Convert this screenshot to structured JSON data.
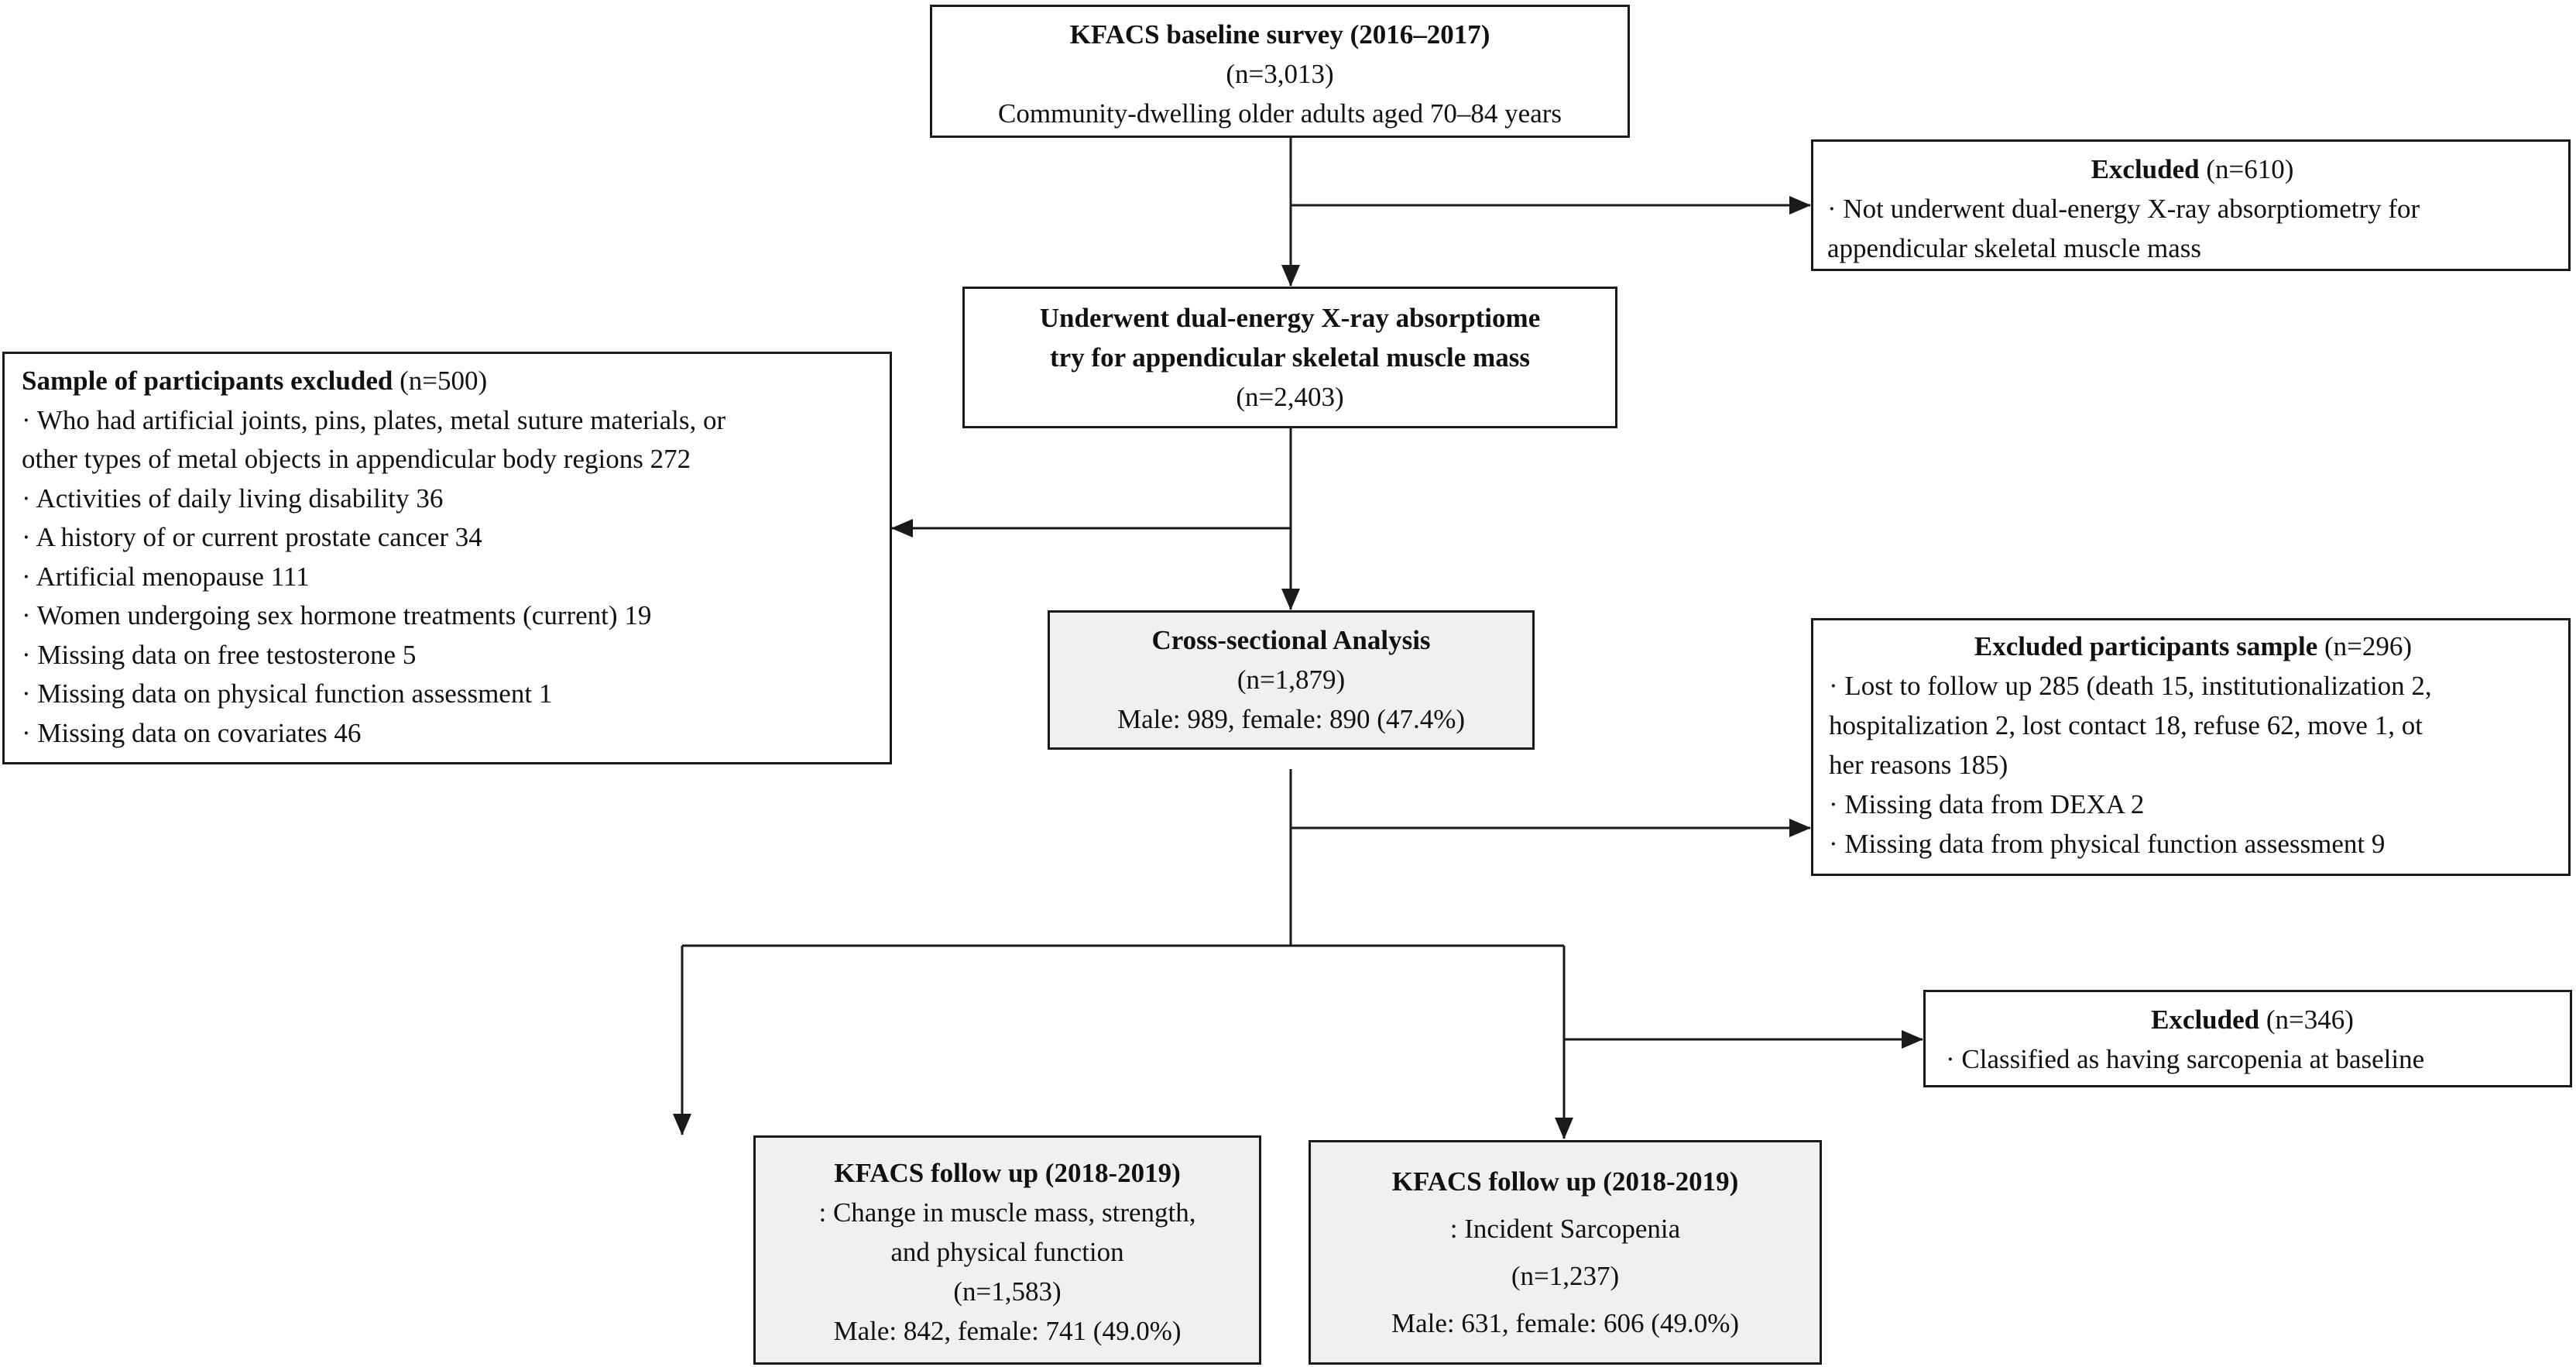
{
  "baseline": {
    "title": "KFACS baseline survey (2016–2017)",
    "n": "(n=3,013)",
    "desc": "Community-dwelling  older adults aged 70–84 years"
  },
  "excluded_dexa": {
    "title": "Excluded",
    "n": " (n=610)",
    "item_line1": "Not underwent dual-energy X-ray absorptiometry for",
    "item_line2": "appendicular  skeletal muscle mass"
  },
  "underwent_dexa": {
    "line1": "Underwent dual-energy X-ray absorptiome",
    "line2": "try for appendicular skeletal muscle mass",
    "n": "(n=2,403)"
  },
  "sample_excluded": {
    "title": "Sample of participants excluded",
    "n": "  (n=500)",
    "items": [
      "Who had artificial joints,  pins, plates, metal suture materials,  or",
      "other types of metal objects in appendicular body regions 272",
      "Activities of daily  living  disability  36",
      "A history  of or current prostate cancer 34",
      "Artificial  menopause 111",
      "Women undergoing  sex hormone treatments (current) 19",
      "Missing  data on free testosterone 5",
      "Missing data on physical  function  assessment 1",
      "Missing data on covariates 46"
    ]
  },
  "cross_sectional": {
    "title": "Cross-sectional Analysis",
    "n": "(n=1,879)",
    "sex": "Male: 989,  female: 890 (47.4%)"
  },
  "excluded_followup": {
    "title": "Excluded participants sample",
    "n": " (n=296)",
    "lines": [
      "Lost to follow up  285 (death 15, institutionalization  2,",
      "hospitalization  2, lost contact 18, refuse 62, move 1,  ot",
      "her reasons 185)",
      "Missing  data from DEXA 2",
      "Missing  data from physical  function  assessment 9"
    ]
  },
  "excluded_sarcopenia": {
    "title": "Excluded",
    "n": " (n=346)",
    "item": "Classified as having  sarcopenia at baseline"
  },
  "followup_change": {
    "title": "KFACS follow up (2018-2019)",
    "line1": ":  Change in muscle mass, strength,",
    "line2": "and physical function",
    "n": "(n=1,583)",
    "sex": "Male: 842,  female: 741 (49.0%)"
  },
  "followup_incident": {
    "title": "KFACS follow up (2018-2019)",
    "line1": ":  Incident Sarcopenia",
    "n": "(n=1,237)",
    "sex": "Male: 631,  female: 606 (49.0%)"
  },
  "colors": {
    "line": "#1a1a1a",
    "shaded": "#f0f0f0"
  }
}
